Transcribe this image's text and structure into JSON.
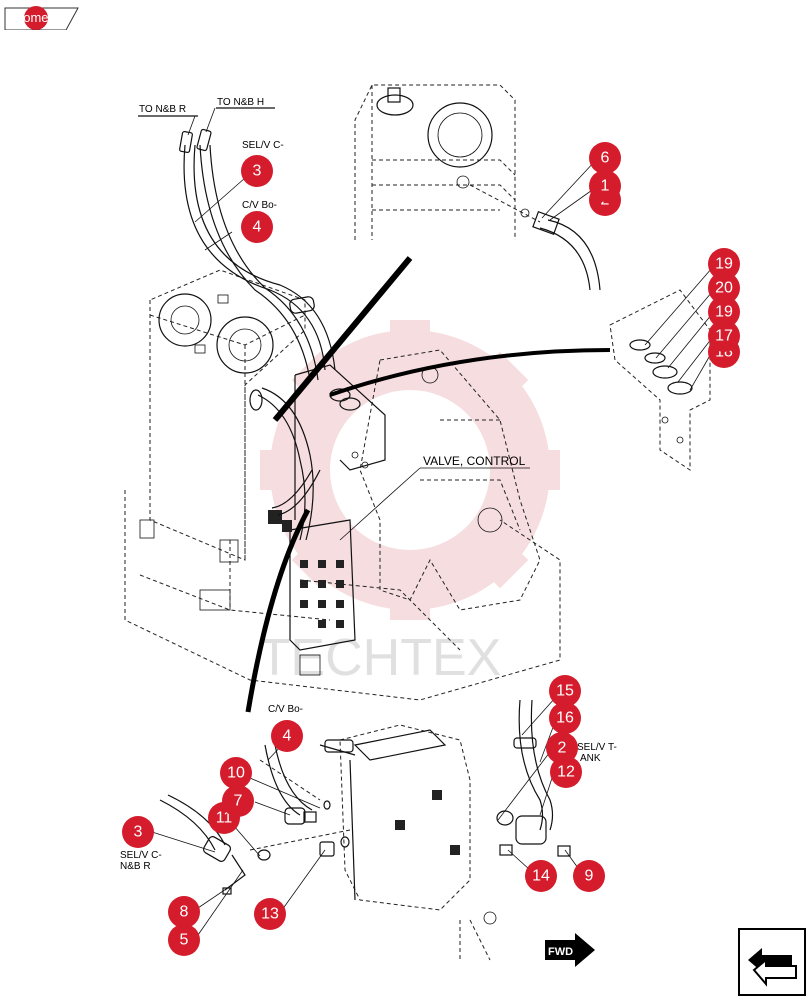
{
  "home_button": {
    "label": "home"
  },
  "labels": {
    "to_nb_r": "TO N&B R",
    "to_nb_h": "TO N&B H",
    "selv_c_top": "SEL/V C-",
    "cv_b_top": "C/V Bo-",
    "valve_control": "VALVE, CONTROL",
    "cv_b_bottom": "C/V Bo-",
    "selv_t": "SEL/V T-",
    "selv_t_2": "ANK",
    "selv_c_bottom": "SEL/V C-",
    "selv_c_bottom_2": "N&B R",
    "fwd": "FWD"
  },
  "callouts": [
    "6",
    "1",
    "2",
    "3",
    "4",
    "19",
    "20",
    "19",
    "17",
    "18",
    "15",
    "16",
    "2",
    "12",
    "4",
    "10",
    "7",
    "11",
    "3",
    "8",
    "5",
    "13",
    "14",
    "9"
  ],
  "colors": {
    "callout": "#d41c2c",
    "watermark": "#e8a0a8"
  },
  "watermark_text": "TECHTEX",
  "nav_icon": "back-arrow-icon"
}
